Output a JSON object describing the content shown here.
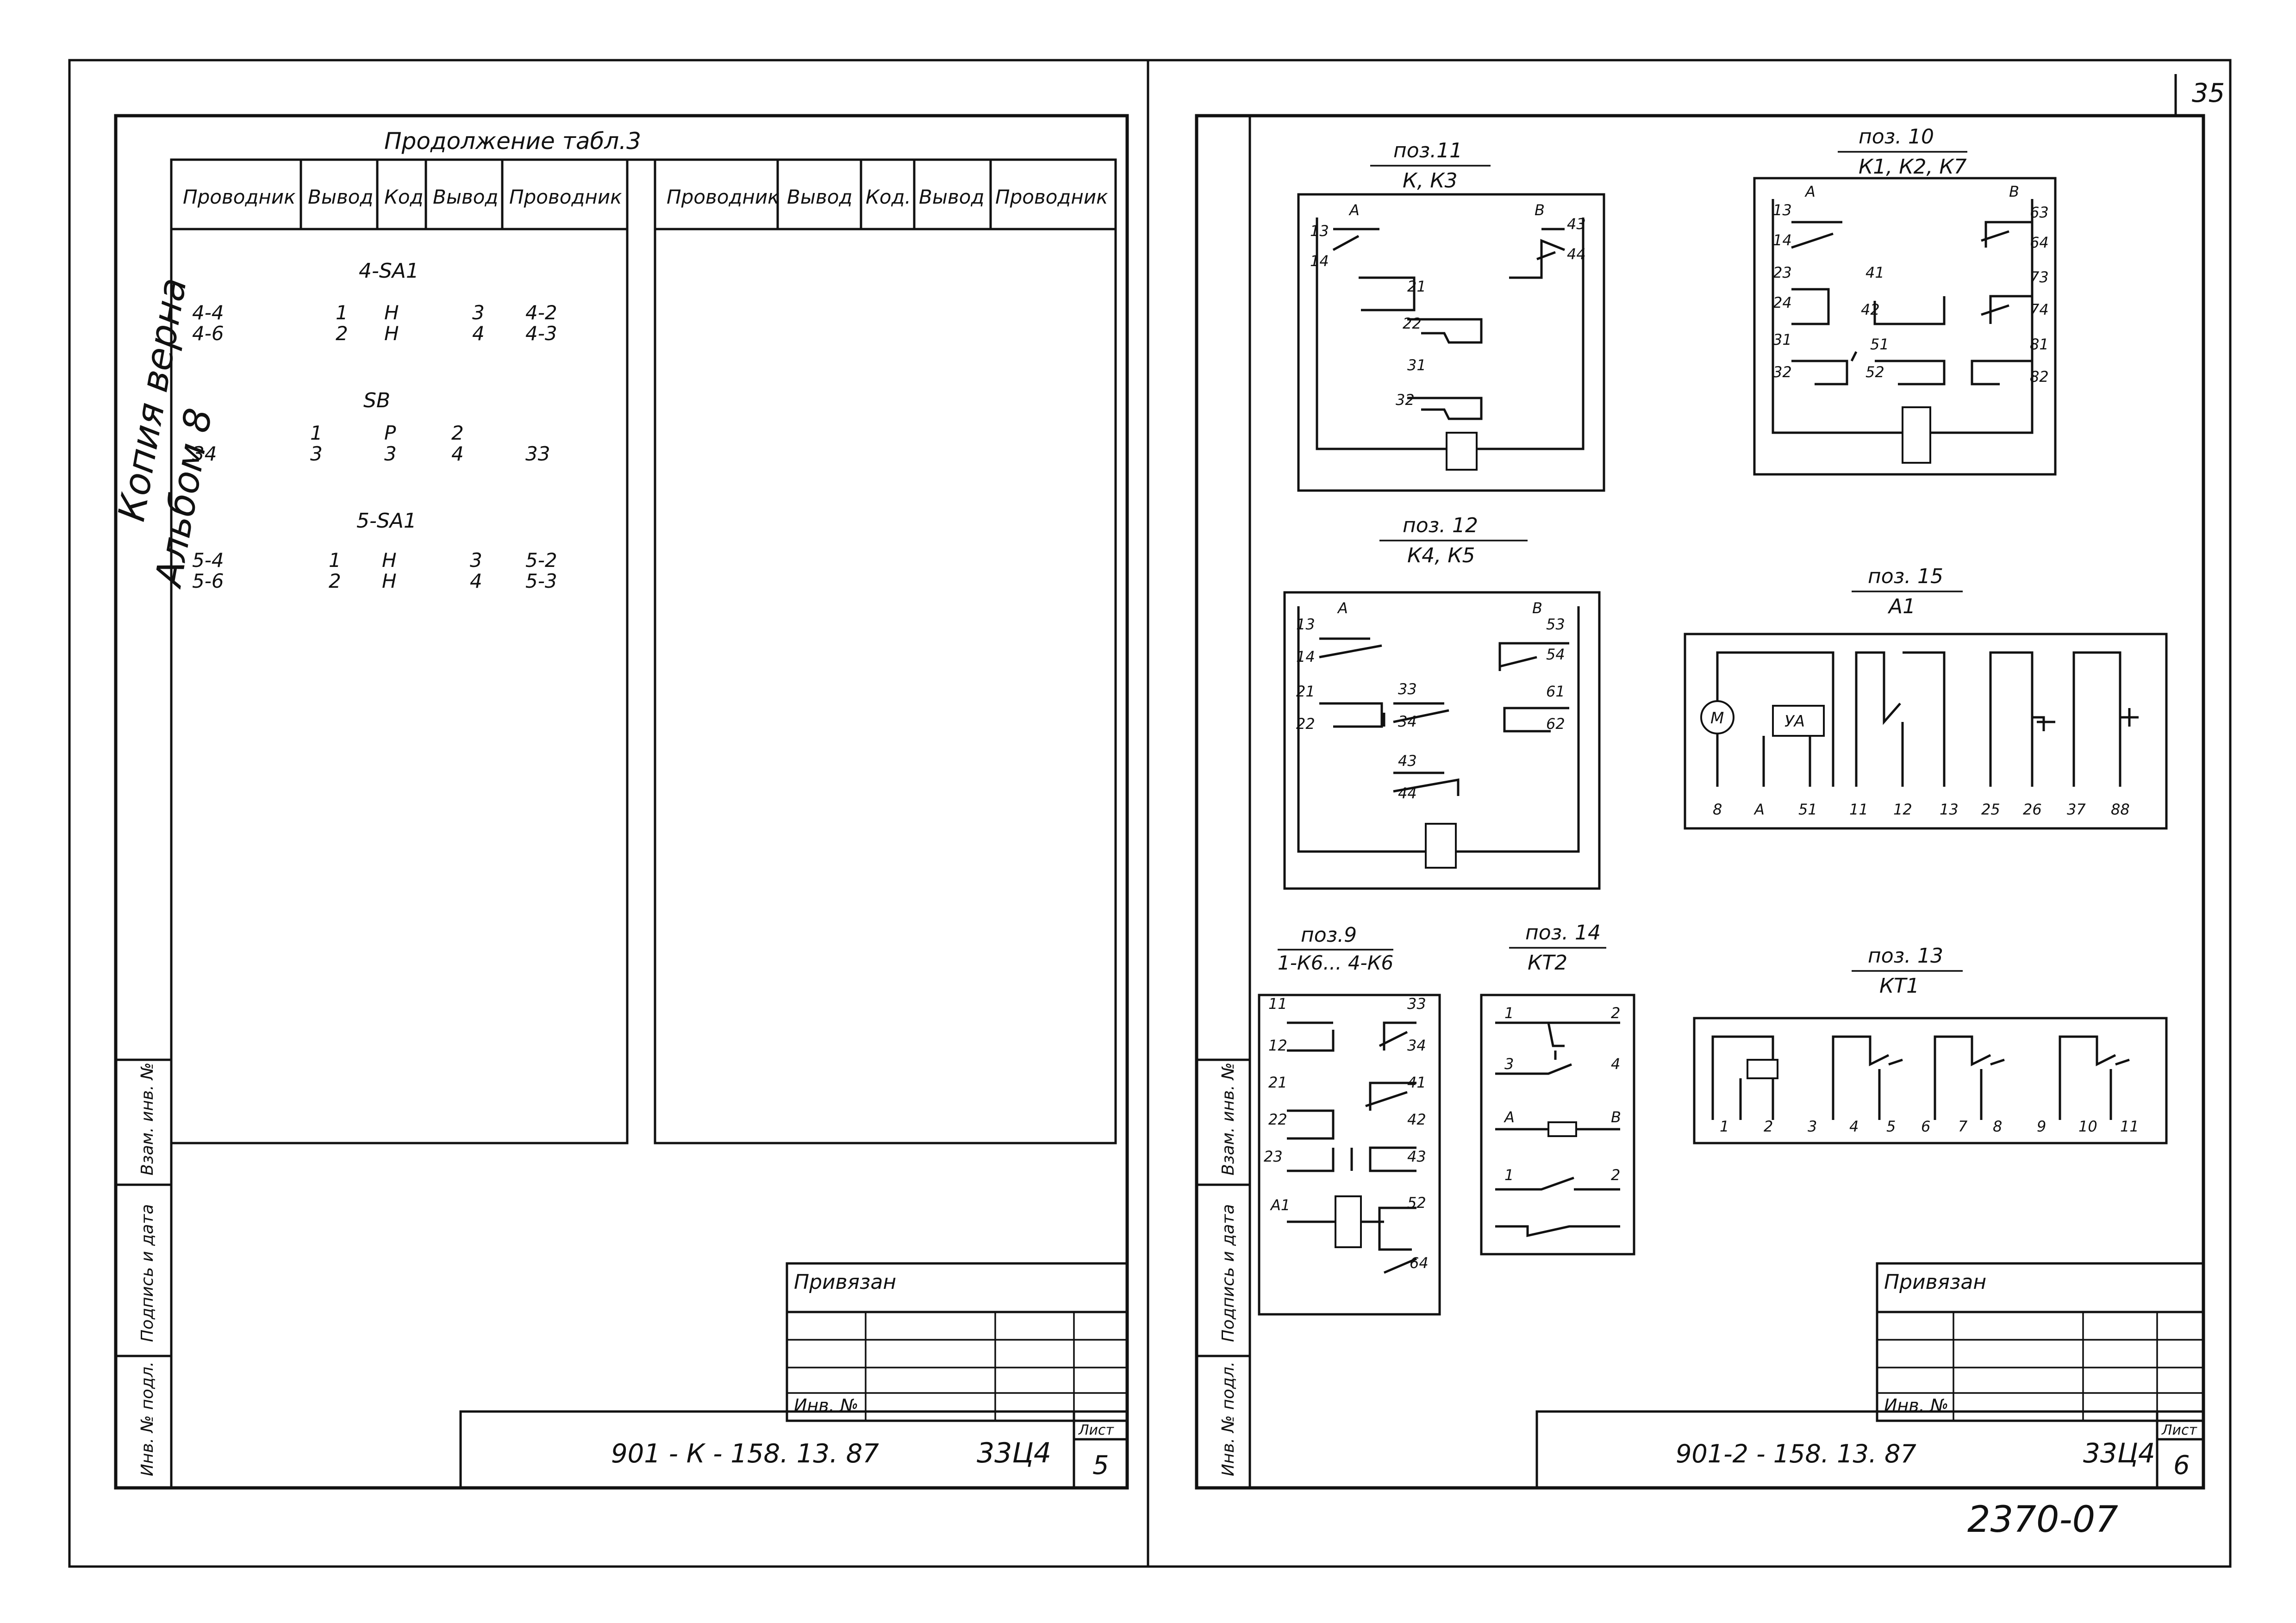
{
  "sheet_number": "35",
  "archive_number": "2370-07",
  "stamp": {
    "line1": "Копия верна",
    "line2": "Альбом 8"
  },
  "left_page": {
    "table_caption": "Продолжение табл.3",
    "columns": [
      "Проводник",
      "Вывод",
      "Код",
      "Вывод",
      "Проводник"
    ],
    "right_columns": [
      "Проводник",
      "Вывод",
      "Код.",
      "Вывод",
      "Проводник"
    ],
    "groups": [
      {
        "title": "4-SA1",
        "rows": [
          {
            "cond1": "4-4",
            "out1": "1",
            "code": "Н",
            "out2": "3",
            "cond2": "4-2"
          },
          {
            "cond1": "4-6",
            "out1": "2",
            "code": "Н",
            "out2": "4",
            "cond2": "4-3"
          }
        ]
      },
      {
        "title": "SB",
        "rows": [
          {
            "cond1": "",
            "out1": "1",
            "code": "Р",
            "out2": "2",
            "cond2": ""
          },
          {
            "cond1": "34",
            "out1": "3",
            "code": "3",
            "out2": "4",
            "cond2": "33"
          }
        ]
      },
      {
        "title": "5-SA1",
        "rows": [
          {
            "cond1": "5-4",
            "out1": "1",
            "code": "Н",
            "out2": "3",
            "cond2": "5-2"
          },
          {
            "cond1": "5-6",
            "out1": "2",
            "code": "Н",
            "out2": "4",
            "cond2": "5-3"
          }
        ]
      }
    ],
    "side_labels": [
      "Взам. инв. №",
      "Подпись и дата",
      "Инв. № подл."
    ],
    "bound_label": "Привязан",
    "inv_label": "Инв. №",
    "doc_code": "901 - К - 158. 13. 87",
    "doc_num": "33Ц4",
    "sheet_label": "Лист",
    "sheet_value": "5"
  },
  "right_page": {
    "side_labels": [
      "Взам. инв. №",
      "Подпись и дата",
      "Инв. № подл."
    ],
    "bound_label": "Привязан",
    "inv_label": "Инв. №",
    "doc_code": "901-2 - 158. 13. 87",
    "doc_num": "33Ц4",
    "sheet_label": "Лист",
    "sheet_value": "6",
    "relays": [
      {
        "pos": "поз.11",
        "name": "К, К3",
        "terms": [
          "А",
          "13",
          "14",
          "В",
          "43",
          "44",
          "21",
          "22",
          "31",
          "32"
        ]
      },
      {
        "pos": "поз. 10",
        "name": "К1, К2, К7",
        "terms": [
          "А",
          "13",
          "14",
          "23",
          "24",
          "31",
          "32",
          "41",
          "42",
          "51",
          "52",
          "В",
          "63",
          "64",
          "73",
          "74",
          "81",
          "82"
        ]
      },
      {
        "pos": "поз. 12",
        "name": "К4, К5",
        "terms": [
          "А",
          "13",
          "14",
          "21",
          "22",
          "33",
          "34",
          "43",
          "44",
          "В",
          "53",
          "54",
          "61",
          "62"
        ]
      },
      {
        "pos": "поз. 15",
        "name": "А1",
        "elements": [
          "М",
          "УА"
        ],
        "terms": [
          "8",
          "А",
          "51",
          "11",
          "12",
          "13",
          "25",
          "26",
          "37",
          "88"
        ]
      },
      {
        "pos": "поз.9",
        "name": "1-К6... 4-К6",
        "terms": [
          "11",
          "12",
          "21",
          "22",
          "23",
          "А1",
          "33",
          "34",
          "41",
          "42",
          "43",
          "52",
          "64"
        ]
      },
      {
        "pos": "поз. 14",
        "name": "КТ2",
        "terms": [
          "1",
          "2",
          "3",
          "4",
          "А",
          "В",
          "1",
          "2"
        ]
      },
      {
        "pos": "поз. 13",
        "name": "КТ1",
        "terms": [
          "1",
          "2",
          "3",
          "4",
          "5",
          "6",
          "7",
          "8",
          "9",
          "10",
          "11"
        ]
      }
    ]
  }
}
